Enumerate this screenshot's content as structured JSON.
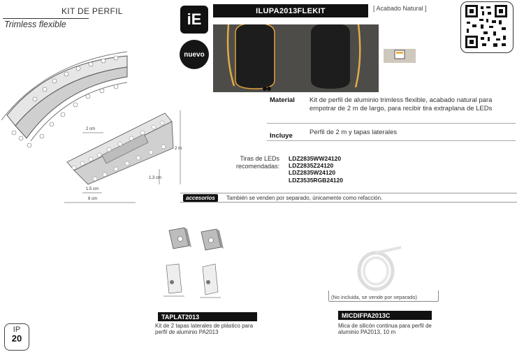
{
  "header": {
    "kit_title": "KIT DE PERFIL",
    "kit_subtitle": "Trimless flexible",
    "brand_logo": "iE",
    "badge_nuevo": "nuevo",
    "product_code": "ILUPA2013FLEKIT",
    "finish": "[ Acabado Natural ]"
  },
  "dimensions": {
    "d2cm": "2 cm",
    "d2m": "2 m",
    "d13cm": "1.3 cm",
    "d15cm": "1.5 cm",
    "d6cm": "6 cm"
  },
  "specs": {
    "material_label": "Material",
    "material_text": "Kit de perfil de aluminio trimless flexible, acabado natural para empotrar de 2 m de largo, para recibir tira extraplana de LEDs",
    "incluye_label": "Incluye",
    "incluye_text": "Perfil de 2 m y tapas laterales"
  },
  "tiras": {
    "label": "Tiras de LEDs recomendadas:",
    "items": [
      "LDZ2835WW24120",
      "LDZ2835Z24120",
      "LDZ2835W24120",
      "LDZ3535RGB24120"
    ]
  },
  "accesorios": {
    "badge": "accesorios",
    "text": "También se venden por separado, únicamente como refacción."
  },
  "accessories": {
    "taplat_code": "TAPLAT2013",
    "taplat_desc": "Kit de 2 tapas laterales de plástico para perfil de aluminio PA2013",
    "micdif_code": "MICDIFPA2013C",
    "micdif_note": "(No incluida, se vende por separado)",
    "micdif_desc": "Mica de silicón continua para perfil de aluminio PA2013, 10 m"
  },
  "ip": {
    "label": "IP",
    "value": "20"
  },
  "icons": [
    "qr-code-icon",
    "led-profile-diagram",
    "end-cap-icon",
    "silicone-reel-icon"
  ]
}
